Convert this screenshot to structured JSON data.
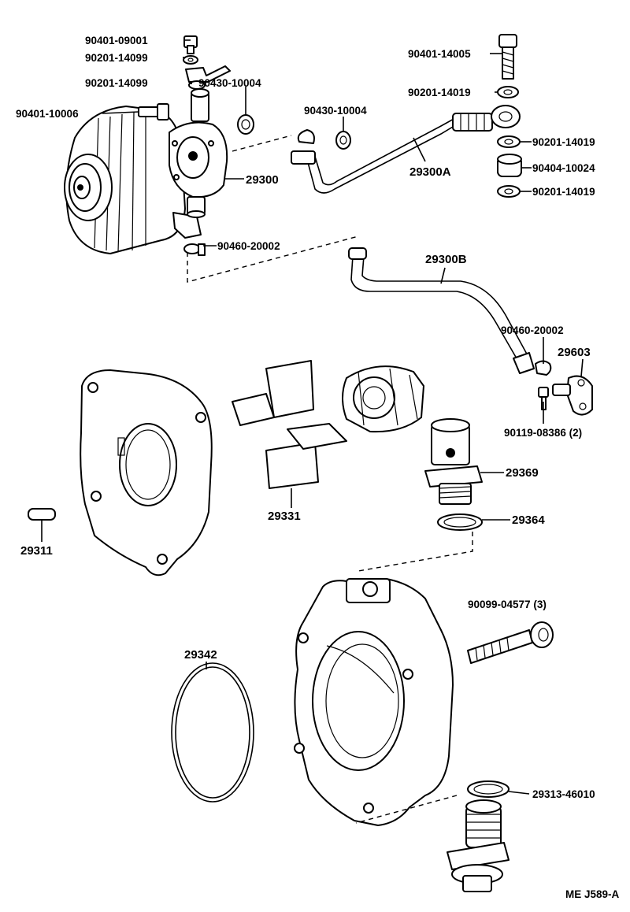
{
  "labels": {
    "p90401_09001": "90401-09001",
    "p90201_14099_a": "90201-14099",
    "p90201_14099_b": "90201-14099",
    "p90430_10004_a": "90430-10004",
    "p90401_10006": "90401-10006",
    "p90430_10004_b": "90430-10004",
    "p29300": "29300",
    "p90460_20002_a": "90460-20002",
    "p90401_14005": "90401-14005",
    "p90201_14019_a": "90201-14019",
    "p90201_14019_b": "90201-14019",
    "p29300A": "29300A",
    "p90404_10024": "90404-10024",
    "p90201_14019_c": "90201-14019",
    "p29300B": "29300B",
    "p90460_20002_b": "90460-20002",
    "p29603": "29603",
    "p90119_08386": "90119-08386 (2)",
    "p29369": "29369",
    "p29331": "29331",
    "p29364": "29364",
    "p29311": "29311",
    "p90099_04577": "90099-04577 (3)",
    "p29342": "29342",
    "p29313_46010": "29313-46010"
  },
  "footer": {
    "code": "ME J589-A"
  }
}
